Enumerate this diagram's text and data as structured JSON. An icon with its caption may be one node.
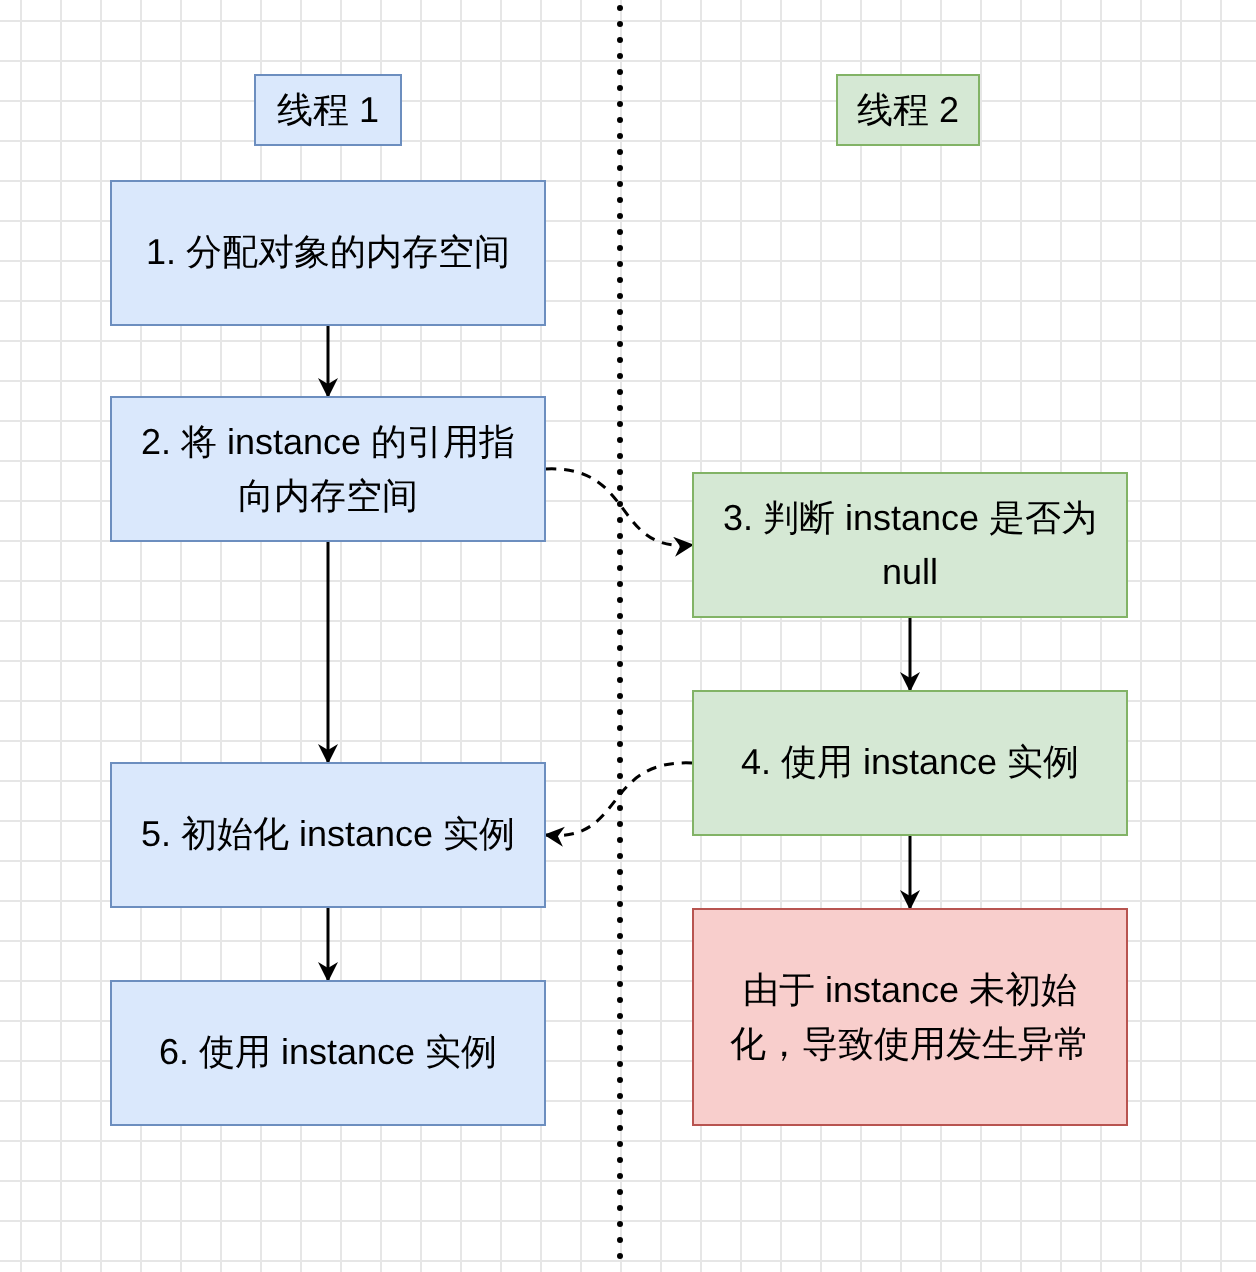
{
  "diagram": {
    "nodes": [
      {
        "text": [
          "线程 1"
        ]
      },
      {
        "text": [
          "线程 2"
        ]
      },
      {
        "text": [
          "1. 分配对象的内存空间"
        ]
      },
      {
        "text": [
          "2. 将 instance 的引用指向内存空间"
        ]
      },
      {
        "text": [
          "3. 判断 instance 是否为 null"
        ]
      },
      {
        "text": [
          "4. 使用 instance 实例"
        ]
      },
      {
        "text": [
          "5. 初始化 instance 实例"
        ]
      },
      {
        "text": [
          "6. 使用 instance 实例"
        ]
      },
      {
        "text": [
          "由于 instance 未初始化，导致使用发生异常"
        ]
      }
    ],
    "edges": [
      {
        "from": 2,
        "to": 3,
        "arrow": "to"
      },
      {
        "from": 3,
        "to": 6,
        "arrow": "to"
      },
      {
        "from": 6,
        "to": 7,
        "arrow": "to"
      },
      {
        "from": 3,
        "to": 4,
        "arrow": "to",
        "style": "dashed"
      },
      {
        "from": 4,
        "to": 5,
        "arrow": "to"
      },
      {
        "from": 5,
        "to": 6,
        "arrow": "to",
        "style": "dashed"
      },
      {
        "from": 5,
        "to": 8,
        "arrow": "to"
      }
    ]
  }
}
